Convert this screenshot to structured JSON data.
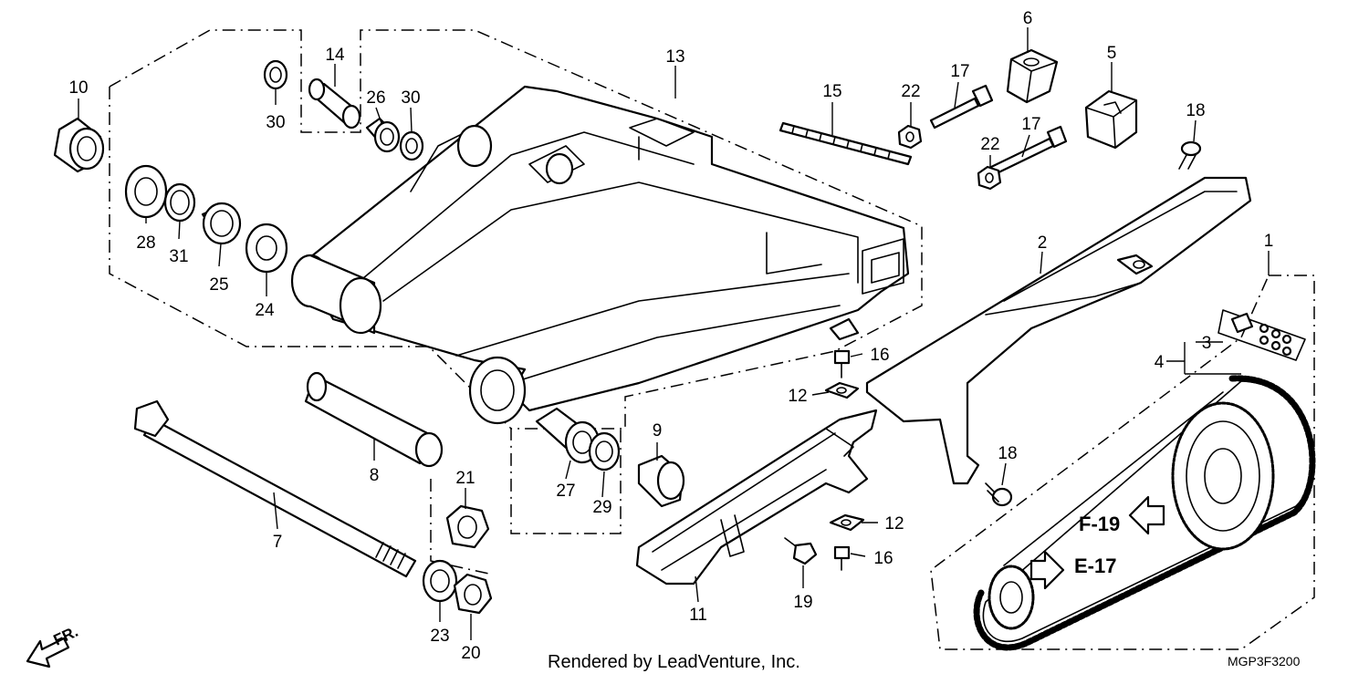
{
  "callouts": [
    "1",
    "2",
    "3",
    "4",
    "5",
    "6",
    "7",
    "8",
    "9",
    "10",
    "11",
    "12",
    "12",
    "13",
    "14",
    "15",
    "16",
    "16",
    "17",
    "17",
    "18",
    "18",
    "19",
    "20",
    "21",
    "22",
    "22",
    "23",
    "24",
    "25",
    "26",
    "27",
    "28",
    "29",
    "30",
    "30",
    "31"
  ],
  "references": [
    "F-19",
    "E-17"
  ],
  "direction_label": "FR.",
  "footer": {
    "rendered_by": "Rendered by LeadVenture, Inc.",
    "diagram_code": "MGP3F3200"
  }
}
